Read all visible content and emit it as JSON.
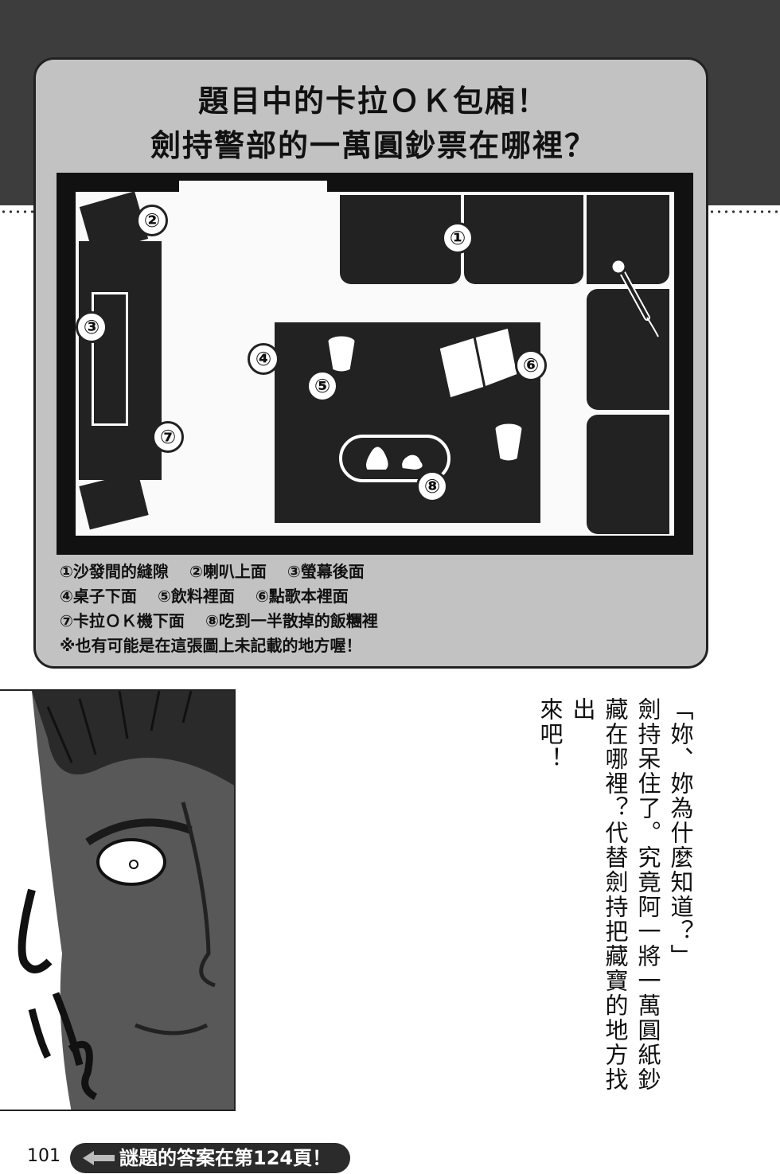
{
  "title": {
    "line1": "題目中的卡拉ＯＫ包廂！",
    "line2": "劍持警部的一萬圓鈔票在哪裡？"
  },
  "markers": [
    "①",
    "②",
    "③",
    "④",
    "⑤",
    "⑥",
    "⑦",
    "⑧"
  ],
  "options": {
    "line1": [
      "①沙發間的縫隙",
      "②喇叭上面",
      "③螢幕後面"
    ],
    "line2": [
      "④桌子下面",
      "⑤飲料裡面",
      "⑥點歌本裡面"
    ],
    "line3": [
      "⑦卡拉ＯＫ機下面",
      "⑧吃到一半散掉的飯糰裡"
    ],
    "note": "※也有可能是在這張圖上未記載的地方喔！"
  },
  "narration": {
    "col1": "「妳、妳為什麼知道？」",
    "col2": "劍持呆住了。究竟阿一將一萬圓紙鈔",
    "col3": "藏在哪裡？代替劍持把藏寶的地方找出",
    "col4": "來吧！"
  },
  "page_number": "101",
  "answer_hint": "謎題的答案在第124頁！",
  "colors": {
    "dark_band": "#3d3d3d",
    "panel_gray": "#c2c2c2"
  }
}
